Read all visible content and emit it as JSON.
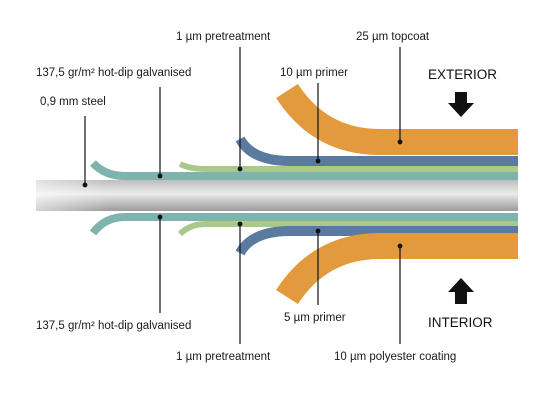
{
  "colors": {
    "steel_light": "#e6e6e6",
    "steel_dark": "#9c9c9c",
    "galvanised": "#7fb3ad",
    "pretreatment": "#a9c98a",
    "primer": "#5b7aa0",
    "topcoat": "#e39a3c",
    "text": "#1a1a1a",
    "arrow": "#111111"
  },
  "sides": {
    "exterior": "EXTERIOR",
    "interior": "INTERIOR"
  },
  "labels_top": {
    "steel": "0,9 mm steel",
    "galvanised": "137,5 gr/m² hot-dip galvanised",
    "pretreatment": "1 µm pretreatment",
    "primer": "10 µm primer",
    "topcoat": "25 µm topcoat"
  },
  "labels_bottom": {
    "galvanised": "137,5 gr/m² hot-dip galvanised",
    "pretreatment": "1 µm pretreatment",
    "primer": "5 µm primer",
    "coating": "10 µm polyester coating"
  },
  "icons": {
    "exterior_arrow": "arrow-down-icon",
    "interior_arrow": "arrow-up-icon"
  }
}
